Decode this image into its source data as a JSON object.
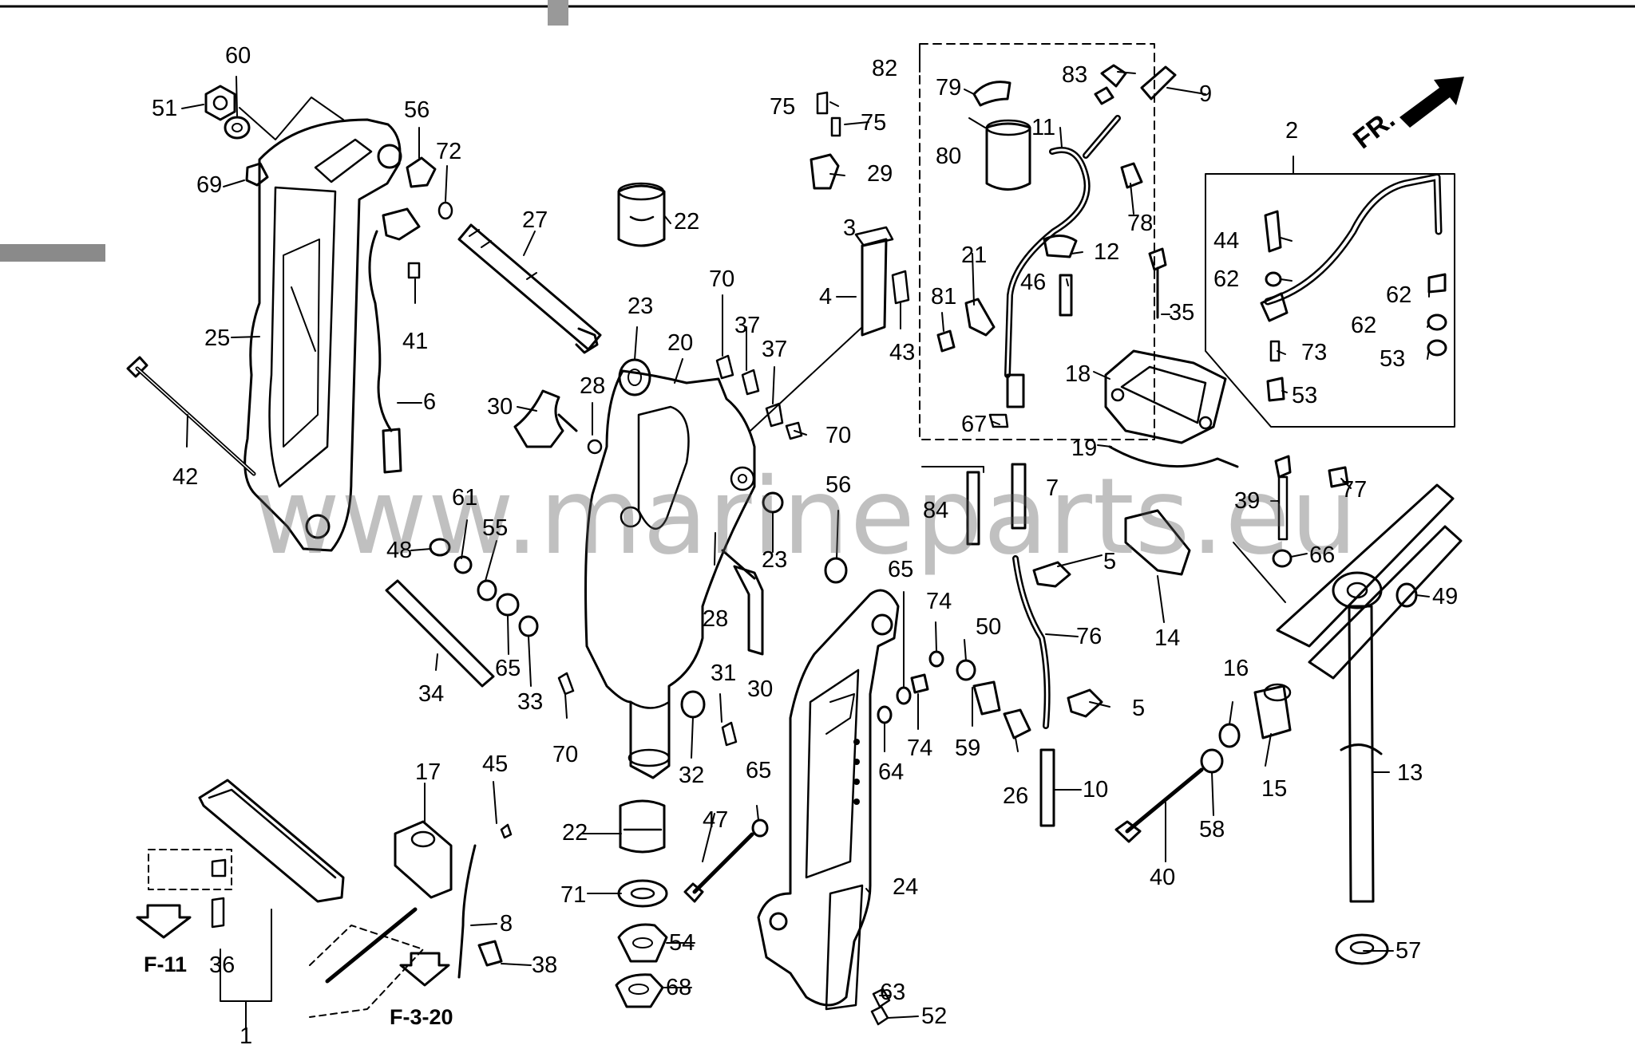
{
  "watermark": "www.marineparts.eu",
  "front_indicator": "FR.",
  "references": {
    "f11": "F-11",
    "f320": "F-3-20"
  },
  "callouts": [
    {
      "id": "c1",
      "text": "1"
    },
    {
      "id": "c2",
      "text": "2"
    },
    {
      "id": "c3",
      "text": "3"
    },
    {
      "id": "c4",
      "text": "4"
    },
    {
      "id": "c5a",
      "text": "5"
    },
    {
      "id": "c5b",
      "text": "5"
    },
    {
      "id": "c6",
      "text": "6"
    },
    {
      "id": "c7",
      "text": "7"
    },
    {
      "id": "c8",
      "text": "8"
    },
    {
      "id": "c9",
      "text": "9"
    },
    {
      "id": "c10",
      "text": "10"
    },
    {
      "id": "c11",
      "text": "11"
    },
    {
      "id": "c12",
      "text": "12"
    },
    {
      "id": "c13",
      "text": "13"
    },
    {
      "id": "c14",
      "text": "14"
    },
    {
      "id": "c15",
      "text": "15"
    },
    {
      "id": "c16",
      "text": "16"
    },
    {
      "id": "c17",
      "text": "17"
    },
    {
      "id": "c18",
      "text": "18"
    },
    {
      "id": "c19",
      "text": "19"
    },
    {
      "id": "c20",
      "text": "20"
    },
    {
      "id": "c21",
      "text": "21"
    },
    {
      "id": "c22a",
      "text": "22"
    },
    {
      "id": "c22b",
      "text": "22"
    },
    {
      "id": "c23a",
      "text": "23"
    },
    {
      "id": "c23b",
      "text": "23"
    },
    {
      "id": "c24",
      "text": "24"
    },
    {
      "id": "c25",
      "text": "25"
    },
    {
      "id": "c26",
      "text": "26"
    },
    {
      "id": "c27",
      "text": "27"
    },
    {
      "id": "c28a",
      "text": "28"
    },
    {
      "id": "c28b",
      "text": "28"
    },
    {
      "id": "c29",
      "text": "29"
    },
    {
      "id": "c30a",
      "text": "30"
    },
    {
      "id": "c30b",
      "text": "30"
    },
    {
      "id": "c31",
      "text": "31"
    },
    {
      "id": "c32",
      "text": "32"
    },
    {
      "id": "c33",
      "text": "33"
    },
    {
      "id": "c34",
      "text": "34"
    },
    {
      "id": "c35",
      "text": "35"
    },
    {
      "id": "c36",
      "text": "36"
    },
    {
      "id": "c37a",
      "text": "37"
    },
    {
      "id": "c37b",
      "text": "37"
    },
    {
      "id": "c38",
      "text": "38"
    },
    {
      "id": "c39",
      "text": "39"
    },
    {
      "id": "c40",
      "text": "40"
    },
    {
      "id": "c41",
      "text": "41"
    },
    {
      "id": "c42",
      "text": "42"
    },
    {
      "id": "c43",
      "text": "43"
    },
    {
      "id": "c44",
      "text": "44"
    },
    {
      "id": "c45",
      "text": "45"
    },
    {
      "id": "c46",
      "text": "46"
    },
    {
      "id": "c47",
      "text": "47"
    },
    {
      "id": "c48",
      "text": "48"
    },
    {
      "id": "c49",
      "text": "49"
    },
    {
      "id": "c50",
      "text": "50"
    },
    {
      "id": "c51",
      "text": "51"
    },
    {
      "id": "c52",
      "text": "52"
    },
    {
      "id": "c53a",
      "text": "53"
    },
    {
      "id": "c53b",
      "text": "53"
    },
    {
      "id": "c54",
      "text": "54"
    },
    {
      "id": "c55",
      "text": "55"
    },
    {
      "id": "c56a",
      "text": "56"
    },
    {
      "id": "c56b",
      "text": "56"
    },
    {
      "id": "c57",
      "text": "57"
    },
    {
      "id": "c58",
      "text": "58"
    },
    {
      "id": "c59",
      "text": "59"
    },
    {
      "id": "c60",
      "text": "60"
    },
    {
      "id": "c61",
      "text": "61"
    },
    {
      "id": "c62a",
      "text": "62"
    },
    {
      "id": "c62b",
      "text": "62"
    },
    {
      "id": "c62c",
      "text": "62"
    },
    {
      "id": "c63",
      "text": "63"
    },
    {
      "id": "c64",
      "text": "64"
    },
    {
      "id": "c65a",
      "text": "65"
    },
    {
      "id": "c65b",
      "text": "65"
    },
    {
      "id": "c65c",
      "text": "65"
    },
    {
      "id": "c66",
      "text": "66"
    },
    {
      "id": "c67",
      "text": "67"
    },
    {
      "id": "c68",
      "text": "68"
    },
    {
      "id": "c69",
      "text": "69"
    },
    {
      "id": "c70a",
      "text": "70"
    },
    {
      "id": "c70b",
      "text": "70"
    },
    {
      "id": "c70c",
      "text": "70"
    },
    {
      "id": "c71",
      "text": "71"
    },
    {
      "id": "c72",
      "text": "72"
    },
    {
      "id": "c73",
      "text": "73"
    },
    {
      "id": "c74a",
      "text": "74"
    },
    {
      "id": "c74b",
      "text": "74"
    },
    {
      "id": "c75a",
      "text": "75"
    },
    {
      "id": "c75b",
      "text": "75"
    },
    {
      "id": "c76",
      "text": "76"
    },
    {
      "id": "c77",
      "text": "77"
    },
    {
      "id": "c78",
      "text": "78"
    },
    {
      "id": "c79",
      "text": "79"
    },
    {
      "id": "c80",
      "text": "80"
    },
    {
      "id": "c81",
      "text": "81"
    },
    {
      "id": "c82",
      "text": "82"
    },
    {
      "id": "c83",
      "text": "83"
    },
    {
      "id": "c84",
      "text": "84"
    }
  ]
}
